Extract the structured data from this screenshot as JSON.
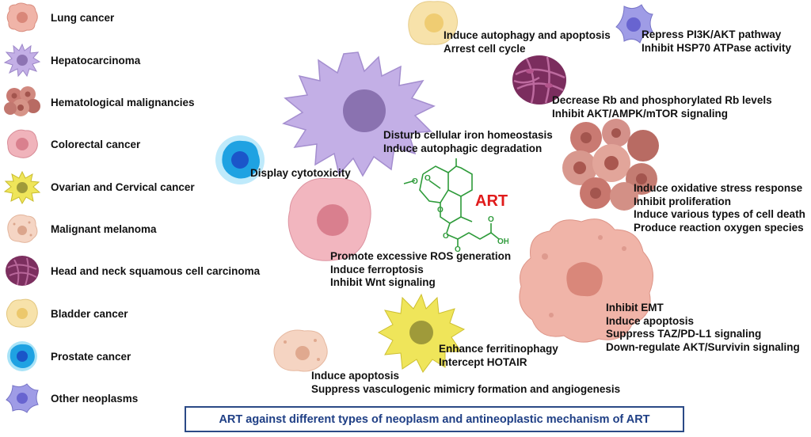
{
  "legend": [
    {
      "label": "Lung cancer",
      "color": "#e8a79b",
      "icon": "lung-cancer-cell-icon"
    },
    {
      "label": "Hepatocarcinoma",
      "color": "#b9a3dd",
      "icon": "hepatocarcinoma-cell-icon"
    },
    {
      "label": "Hematological malignancies",
      "color": "#b86b63",
      "icon": "hematological-cell-cluster-icon"
    },
    {
      "label": "Colorectal cancer",
      "color": "#eba6b0",
      "icon": "colorectal-cancer-cell-icon"
    },
    {
      "label": "Ovarian and Cervical cancer",
      "color": "#ece24c",
      "icon": "ovarian-cervical-cell-icon"
    },
    {
      "label": "Malignant melanoma",
      "color": "#f0c9b5",
      "icon": "melanoma-cell-icon"
    },
    {
      "label": "Head and neck squamous cell carcinoma",
      "color": "#8b3a6b",
      "icon": "squamous-cell-cluster-icon"
    },
    {
      "label": "Bladder cancer",
      "color": "#f4dc9e",
      "icon": "bladder-cancer-cell-icon"
    },
    {
      "label": "Prostate cancer",
      "color": "#2aa6e0",
      "icon": "prostate-cancer-cell-icon"
    },
    {
      "label": "Other neoplasms",
      "color": "#8e8be0",
      "icon": "other-neoplasm-cell-icon"
    }
  ],
  "center": {
    "label": "ART",
    "structure_labels": {
      "o1": "O",
      "o2": "O",
      "o3": "O",
      "o4": "O",
      "o5": "O",
      "o6": "O",
      "oh": "OH"
    }
  },
  "annotations": {
    "bladder": [
      "Induce autophagy and apoptosis",
      "Arrest cell cycle"
    ],
    "other": [
      "Repress PI3K/AKT pathway",
      "Inhibit HSP70 ATPase activity"
    ],
    "head_neck": [
      "Decrease Rb and phosphorylated Rb levels",
      "Inhibit AKT/AMPK/mTOR signaling"
    ],
    "hepato": [
      "Disturb cellular iron homeostasis",
      "Induce autophagic degradation"
    ],
    "prostate": [
      "Display cytotoxicity"
    ],
    "hematological": [
      "Induce oxidative stress response",
      "Inhibit proliferation",
      "Induce various types of cell death",
      "Produce reaction oxygen species"
    ],
    "colorectal": [
      "Promote excessive ROS generation",
      "Induce ferroptosis",
      "Inhibit Wnt signaling"
    ],
    "lung": [
      "Inhibit EMT",
      "Induce apoptosis",
      "Suppress TAZ/PD-L1 signaling",
      "Down-regulate AKT/Survivin signaling"
    ],
    "ovarian": [
      "Enhance ferritinophagy",
      "Intercept HOTAIR"
    ],
    "melanoma": [
      "Induce apoptosis",
      "Suppress vasculogenic mimicry formation and angiogenesis"
    ]
  },
  "caption": "ART against different types of neoplasm and antineoplastic mechanism of ART"
}
